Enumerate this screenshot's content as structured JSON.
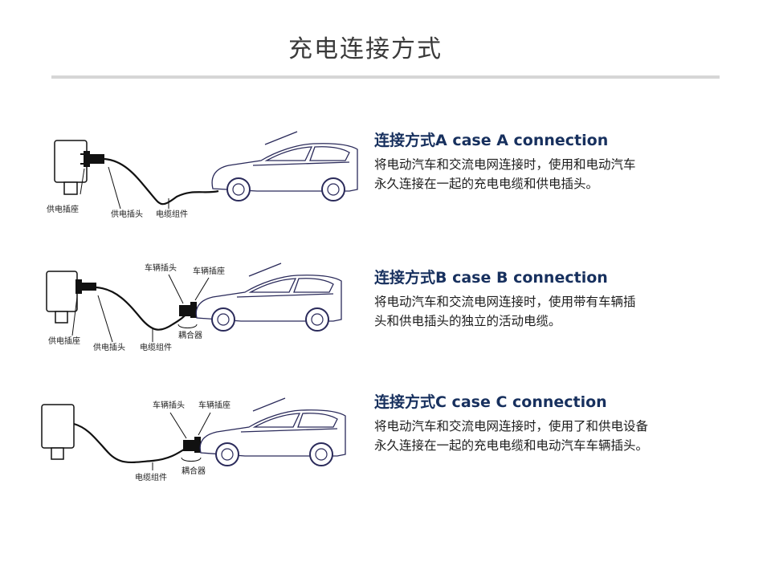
{
  "title": "充电连接方式",
  "sections": [
    {
      "heading": "连接方式A case A connection",
      "lines": [
        "将电动汽车和交流电网连接时，使用和电动汽车",
        "永久连接在一起的充电电缆和供电插头。"
      ],
      "labels": {
        "supply_socket": "供电插座",
        "supply_plug": "供电插头",
        "cable_assembly": "电缆组件"
      }
    },
    {
      "heading": "连接方式B case B connection",
      "lines": [
        "将电动汽车和交流电网连接时，使用带有车辆插",
        "头和供电插头的独立的活动电缆。"
      ],
      "labels": {
        "vehicle_plug": "车辆插头",
        "vehicle_socket": "车辆插座",
        "supply_socket": "供电插座",
        "supply_plug": "供电插头",
        "cable_assembly": "电缆组件",
        "coupler": "耦合器"
      }
    },
    {
      "heading": "连接方式C case C connection",
      "lines": [
        "将电动汽车和交流电网连接时，使用了和供电设备",
        "永久连接在一起的充电电缆和电动汽车车辆插头。"
      ],
      "labels": {
        "vehicle_plug": "车辆插头",
        "vehicle_socket": "车辆插座",
        "cable_assembly": "电缆组件",
        "coupler": "耦合器"
      }
    }
  ]
}
